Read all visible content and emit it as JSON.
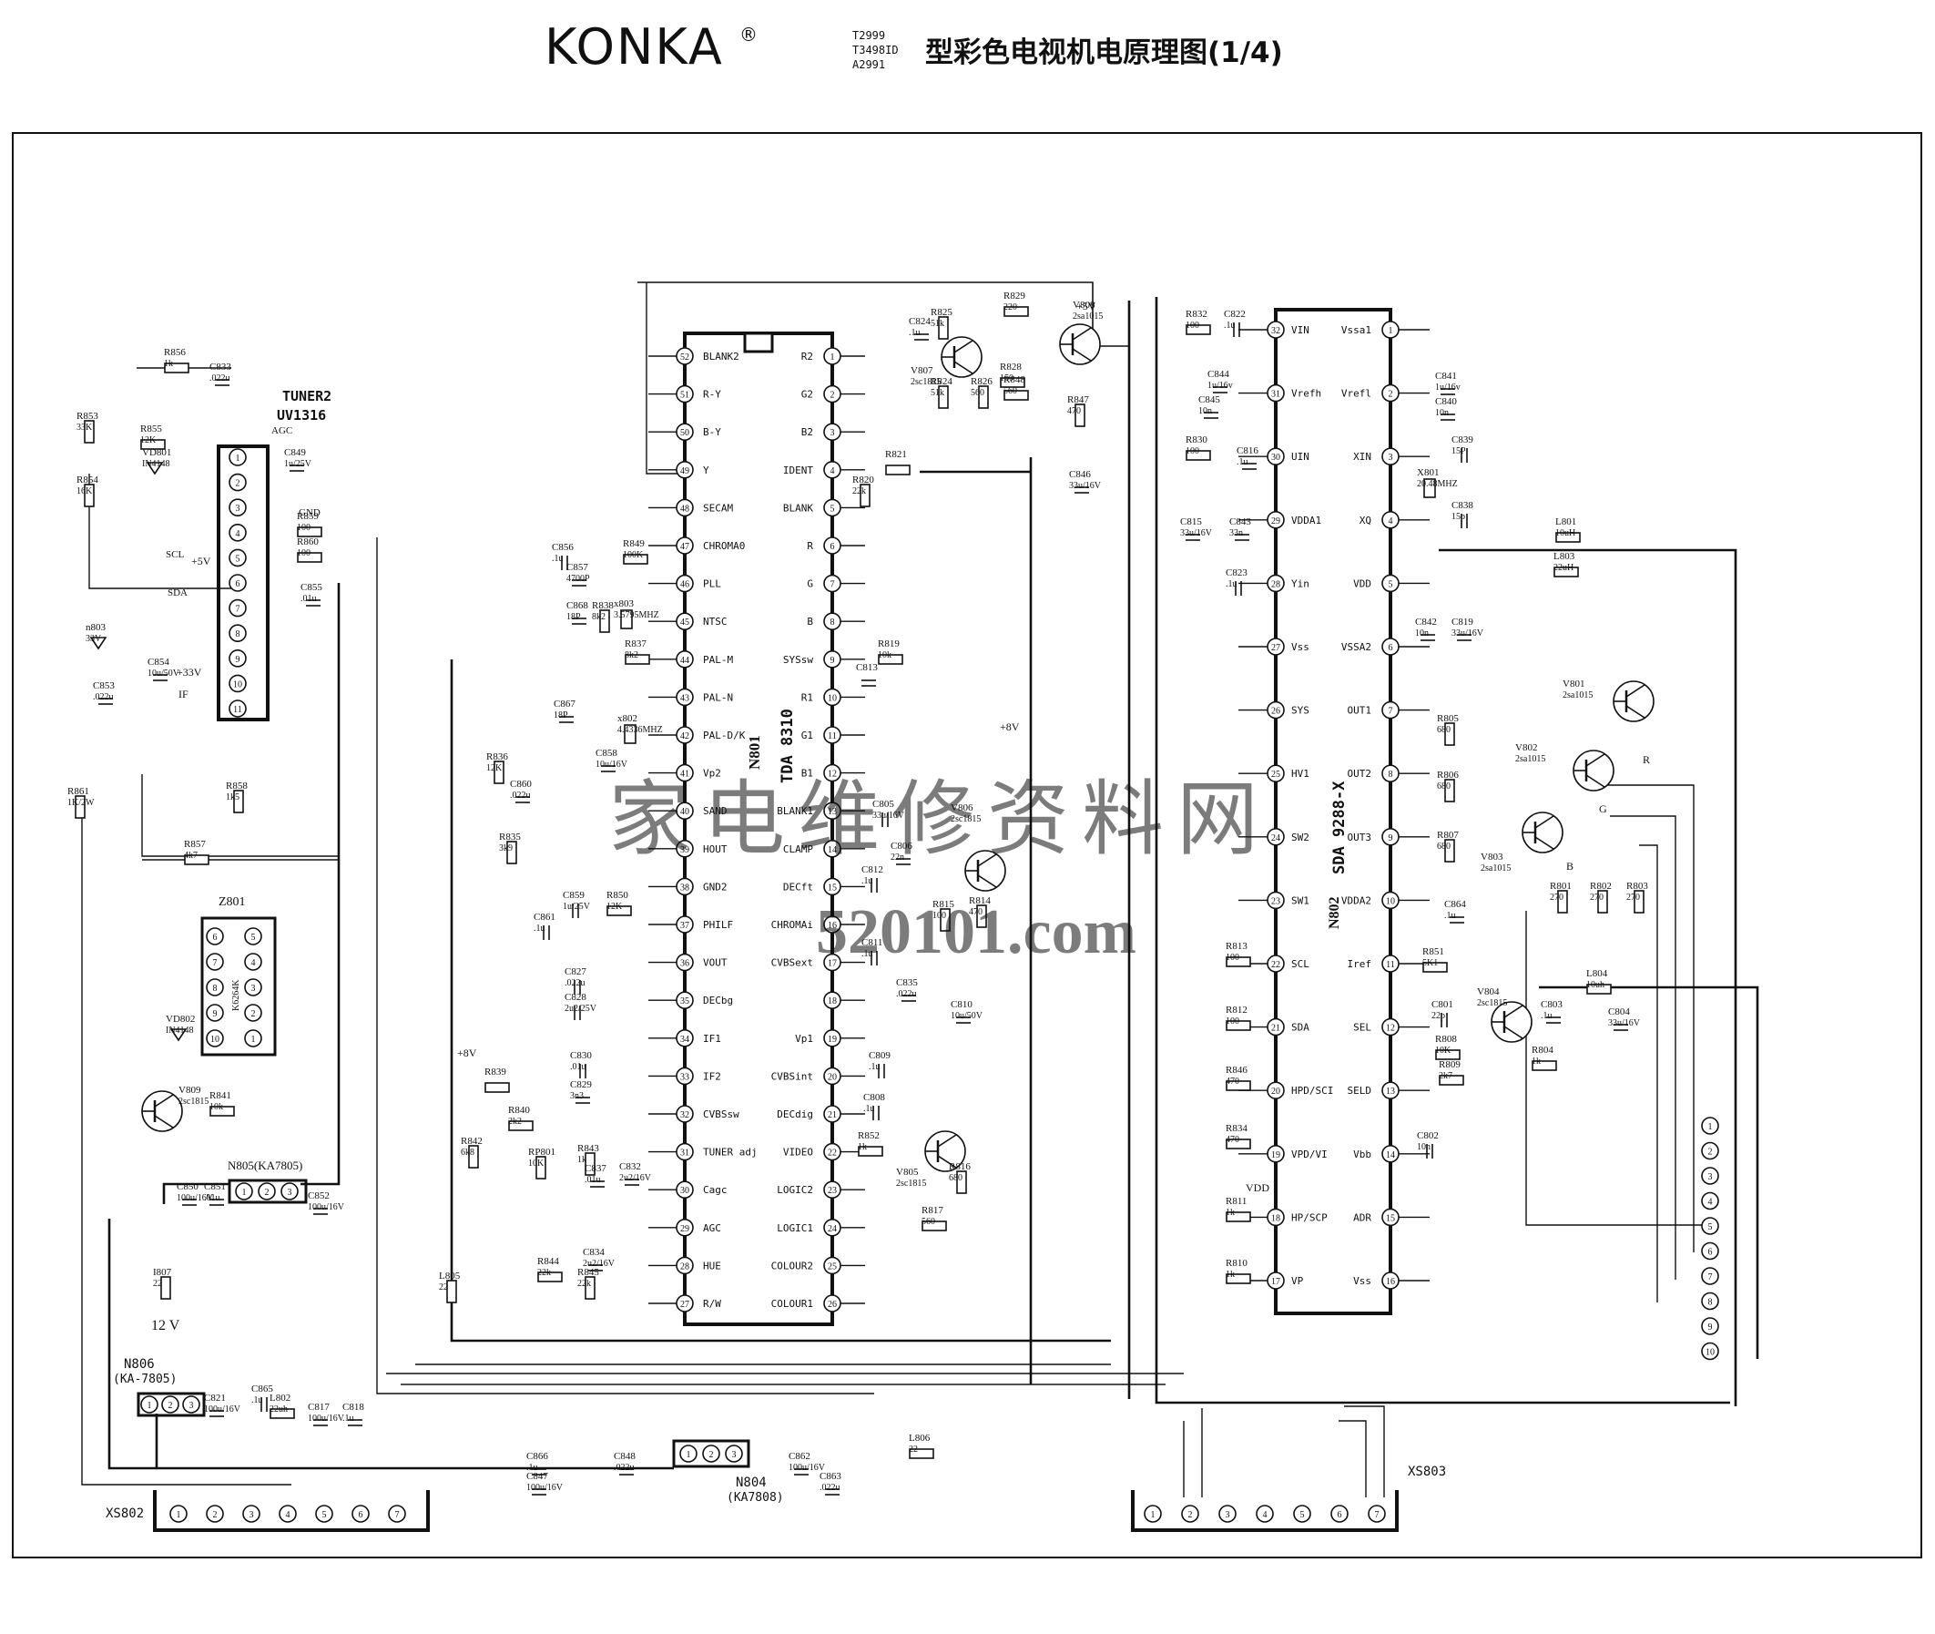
{
  "header": {
    "brand": "KONKA",
    "brand_mark": "®",
    "models": [
      "T2999",
      "T3498ID",
      "A2991"
    ],
    "title": "型彩色电视机电原理图(1/4)"
  },
  "watermark": {
    "text_cn": "家电维修资料网",
    "text_url": "520101.com"
  },
  "ics": {
    "tda": {
      "ref": "N801",
      "part": "TDA 8310",
      "left_pins": [
        {
          "n": "52",
          "name": "BLANK2"
        },
        {
          "n": "51",
          "name": "R-Y"
        },
        {
          "n": "50",
          "name": "B-Y"
        },
        {
          "n": "49",
          "name": "Y"
        },
        {
          "n": "48",
          "name": "SECAM"
        },
        {
          "n": "47",
          "name": "CHROMA0"
        },
        {
          "n": "46",
          "name": "PLL"
        },
        {
          "n": "45",
          "name": "NTSC"
        },
        {
          "n": "44",
          "name": "PAL-M"
        },
        {
          "n": "43",
          "name": "PAL-N"
        },
        {
          "n": "42",
          "name": "PAL-D/K"
        },
        {
          "n": "41",
          "name": "Vp2"
        },
        {
          "n": "40",
          "name": "SAND"
        },
        {
          "n": "39",
          "name": "HOUT"
        },
        {
          "n": "38",
          "name": "GND2"
        },
        {
          "n": "37",
          "name": "PHILF"
        },
        {
          "n": "36",
          "name": "VOUT"
        },
        {
          "n": "35",
          "name": "DECbg"
        },
        {
          "n": "34",
          "name": "IF1"
        },
        {
          "n": "33",
          "name": "IF2"
        },
        {
          "n": "32",
          "name": "CVBSsw"
        },
        {
          "n": "31",
          "name": "TUNER adj"
        },
        {
          "n": "30",
          "name": "Cagc"
        },
        {
          "n": "29",
          "name": "AGC"
        },
        {
          "n": "28",
          "name": "HUE"
        },
        {
          "n": "27",
          "name": "R/W"
        }
      ],
      "right_pins": [
        {
          "n": "1",
          "name": "R2"
        },
        {
          "n": "2",
          "name": "G2"
        },
        {
          "n": "3",
          "name": "B2"
        },
        {
          "n": "4",
          "name": "IDENT"
        },
        {
          "n": "5",
          "name": "BLANK"
        },
        {
          "n": "6",
          "name": "R"
        },
        {
          "n": "7",
          "name": "G"
        },
        {
          "n": "8",
          "name": "B"
        },
        {
          "n": "9",
          "name": "SYSsw"
        },
        {
          "n": "10",
          "name": "R1"
        },
        {
          "n": "11",
          "name": "G1"
        },
        {
          "n": "12",
          "name": "B1"
        },
        {
          "n": "13",
          "name": "BLANK1"
        },
        {
          "n": "14",
          "name": "CLAMP"
        },
        {
          "n": "15",
          "name": "DECft"
        },
        {
          "n": "16",
          "name": "CHROMAi"
        },
        {
          "n": "17",
          "name": "CVBSext"
        },
        {
          "n": "18",
          "name": ""
        },
        {
          "n": "19",
          "name": "Vp1"
        },
        {
          "n": "20",
          "name": "CVBSint"
        },
        {
          "n": "21",
          "name": "DECdig"
        },
        {
          "n": "22",
          "name": "VIDEO"
        },
        {
          "n": "23",
          "name": "LOGIC2"
        },
        {
          "n": "24",
          "name": "LOGIC1"
        },
        {
          "n": "25",
          "name": "COLOUR2"
        },
        {
          "n": "26",
          "name": "COLOUR1"
        }
      ]
    },
    "sda": {
      "ref": "N802",
      "part": "SDA 9288-X",
      "left_pins": [
        {
          "n": "32",
          "name": "VIN"
        },
        {
          "n": "31",
          "name": "Vrefh"
        },
        {
          "n": "30",
          "name": "UIN"
        },
        {
          "n": "29",
          "name": "VDDA1"
        },
        {
          "n": "28",
          "name": "Yin"
        },
        {
          "n": "27",
          "name": "Vss"
        },
        {
          "n": "26",
          "name": "SYS"
        },
        {
          "n": "25",
          "name": "HV1"
        },
        {
          "n": "24",
          "name": "SW2"
        },
        {
          "n": "23",
          "name": "SW1"
        },
        {
          "n": "22",
          "name": "SCL"
        },
        {
          "n": "21",
          "name": "SDA"
        },
        {
          "n": "20",
          "name": "HPD/SCI"
        },
        {
          "n": "19",
          "name": "VPD/VI"
        },
        {
          "n": "18",
          "name": "HP/SCP"
        },
        {
          "n": "17",
          "name": "VP"
        }
      ],
      "right_pins": [
        {
          "n": "1",
          "name": "Vssa1"
        },
        {
          "n": "2",
          "name": "Vrefl"
        },
        {
          "n": "3",
          "name": "XIN"
        },
        {
          "n": "4",
          "name": "XQ"
        },
        {
          "n": "5",
          "name": "VDD"
        },
        {
          "n": "6",
          "name": "VSSA2"
        },
        {
          "n": "7",
          "name": "OUT1"
        },
        {
          "n": "8",
          "name": "OUT2"
        },
        {
          "n": "9",
          "name": "OUT3"
        },
        {
          "n": "10",
          "name": "VDDA2"
        },
        {
          "n": "11",
          "name": "Iref"
        },
        {
          "n": "12",
          "name": "SEL"
        },
        {
          "n": "13",
          "name": "SELD"
        },
        {
          "n": "14",
          "name": "Vbb"
        },
        {
          "n": "15",
          "name": "ADR"
        },
        {
          "n": "16",
          "name": "Vss"
        }
      ]
    },
    "tuner": {
      "ref": "TUNER2",
      "part": "UV1316",
      "pins": [
        "1",
        "2",
        "3",
        "4",
        "5",
        "6",
        "7",
        "8",
        "9",
        "10",
        "11"
      ]
    },
    "z801": {
      "ref": "Z801",
      "part": "K6264K",
      "pins": [
        "6",
        "7",
        "8",
        "9",
        "10",
        "5",
        "4",
        "3",
        "2",
        "1"
      ]
    }
  },
  "regulators": [
    {
      "ref": "N805(KA7805)",
      "pins": [
        "1",
        "2",
        "3"
      ]
    },
    {
      "ref": "N806",
      "sub": "(KA-7805)",
      "pins": [
        "1",
        "2",
        "3"
      ]
    },
    {
      "ref": "N804",
      "sub": "(KA7808)",
      "pins": [
        "1",
        "2",
        "3"
      ]
    }
  ],
  "connectors": {
    "xs802": {
      "label": "XS802",
      "pins": [
        "1",
        "2",
        "3",
        "4",
        "5",
        "6",
        "7"
      ]
    },
    "xs803": {
      "label": "XS803",
      "pins": [
        "1",
        "2",
        "3",
        "4",
        "5",
        "6",
        "7"
      ]
    },
    "right": {
      "pins": [
        "1",
        "2",
        "3",
        "4",
        "5",
        "6",
        "7",
        "8",
        "9",
        "10"
      ]
    }
  },
  "rails": {
    "v33": "+33V",
    "v5": "+5V",
    "v8": "+8V",
    "v12": "12 V",
    "vdd": "VDD",
    "agc": "AGC",
    "gnd": "GND",
    "scl": "SCL",
    "sda": "SDA",
    "if": "IF"
  },
  "signals": {
    "r": "R",
    "g": "G",
    "b": "B"
  },
  "component_labels": [
    [
      "R856",
      "1k"
    ],
    [
      "C833",
      ".022u"
    ],
    [
      "R853",
      "33K"
    ],
    [
      "R855",
      "12K"
    ],
    [
      "R854",
      "16K"
    ],
    [
      "VD801",
      "IN4148"
    ],
    [
      "C849",
      "1u/25V"
    ],
    [
      "R859",
      "100"
    ],
    [
      "R860",
      "100"
    ],
    [
      "C855",
      ".01u"
    ],
    [
      "n803",
      "33V"
    ],
    [
      "C854",
      "10u/50V"
    ],
    [
      "C853",
      ".022u"
    ],
    [
      "R858",
      "1k5"
    ],
    [
      "R857",
      "4k7"
    ],
    [
      "R861",
      "1K/2W"
    ],
    [
      "VD802",
      "IN4148"
    ],
    [
      "V809",
      "2sc1815"
    ],
    [
      "R841",
      "10k"
    ],
    [
      "C850",
      "100u/16V"
    ],
    [
      "C851",
      ".01u"
    ],
    [
      "C852",
      "100u/16V"
    ],
    [
      "I807",
      "22"
    ],
    [
      "C821",
      "100u/16V"
    ],
    [
      "C865",
      ".1u"
    ],
    [
      "L802",
      "22uh"
    ],
    [
      "C817",
      "100u/16V"
    ],
    [
      "C818",
      ".1u"
    ],
    [
      "C856",
      ".1u"
    ],
    [
      "C857",
      "4700P"
    ],
    [
      "R849",
      "100K"
    ],
    [
      "C868",
      "18P"
    ],
    [
      "R838",
      "8k2"
    ],
    [
      "x803",
      "3.5795MHZ"
    ],
    [
      "R837",
      "8k2"
    ],
    [
      "C867",
      "18P"
    ],
    [
      "x802",
      "4.4336MHZ"
    ],
    [
      "R836",
      "12K"
    ],
    [
      "C860",
      ".022u"
    ],
    [
      "C858",
      "10u/16V"
    ],
    [
      "R835",
      "3k9"
    ],
    [
      "C859",
      "1u/25V"
    ],
    [
      "R850",
      "12K"
    ],
    [
      "C861",
      ".1u"
    ],
    [
      "C827",
      ".022u"
    ],
    [
      "C828",
      "2u2/25V"
    ],
    [
      "C830",
      ".01u"
    ],
    [
      "C829",
      "3n3"
    ],
    [
      "R839",
      ""
    ],
    [
      "R840",
      "2k2"
    ],
    [
      "R842",
      "6k8"
    ],
    [
      "RP801",
      "10K"
    ],
    [
      "R843",
      "1k"
    ],
    [
      "C832",
      "2u2/16V"
    ],
    [
      "C837",
      ".01u"
    ],
    [
      "C834",
      "2u2/16V"
    ],
    [
      "R844",
      "22k"
    ],
    [
      "R845",
      "22k"
    ],
    [
      "L805",
      "22"
    ],
    [
      "C866",
      ".1u"
    ],
    [
      "C848",
      ".022u"
    ],
    [
      "C847",
      "100u/16V"
    ],
    [
      "C862",
      "100u/16V"
    ],
    [
      "C863",
      ".022u"
    ],
    [
      "L806",
      "22"
    ],
    [
      "R825",
      "51k"
    ],
    [
      "R829",
      "220"
    ],
    [
      "V808",
      "2sa1015"
    ],
    [
      "C824",
      ".1u"
    ],
    [
      "V807",
      "2sc1815"
    ],
    [
      "R828",
      "150"
    ],
    [
      "R824",
      "51k"
    ],
    [
      "R826",
      "560"
    ],
    [
      "R848",
      "560"
    ],
    [
      "R847",
      "470"
    ],
    [
      "C846",
      "33u/16V"
    ],
    [
      "R821",
      ""
    ],
    [
      "R820",
      "22k"
    ],
    [
      "R819",
      "10k"
    ],
    [
      "C813",
      ""
    ],
    [
      "C805",
      "33u/16V"
    ],
    [
      "V806",
      "2sc1815"
    ],
    [
      "C812",
      ".1u"
    ],
    [
      "C806",
      "22n"
    ],
    [
      "R815",
      "100"
    ],
    [
      "R814",
      "470"
    ],
    [
      "C811",
      ".1u"
    ],
    [
      "C835",
      ".022u"
    ],
    [
      "C810",
      "10u/50V"
    ],
    [
      "C809",
      ".1u"
    ],
    [
      "C808",
      ".1u"
    ],
    [
      "R852",
      "1k"
    ],
    [
      "V805",
      "2sc1815"
    ],
    [
      "R816",
      "680"
    ],
    [
      "R817",
      "560"
    ],
    [
      "C822",
      ".1u"
    ],
    [
      "R832",
      "100"
    ],
    [
      "C844",
      "1u/16v"
    ],
    [
      "C845",
      "10n"
    ],
    [
      "R830",
      "100"
    ],
    [
      "C816",
      ".1u"
    ],
    [
      "C815",
      "33u/16V"
    ],
    [
      "C843",
      "33n"
    ],
    [
      "C823",
      ".1u"
    ],
    [
      "C841",
      "1u/16v"
    ],
    [
      "C840",
      "10n"
    ],
    [
      "X801",
      "20.48MHZ"
    ],
    [
      "C839",
      "15P"
    ],
    [
      "C838",
      "15p"
    ],
    [
      "L801",
      "10uH"
    ],
    [
      "L803",
      "22uH"
    ],
    [
      "C842",
      "10n"
    ],
    [
      "C819",
      "33u/16V"
    ],
    [
      "V801",
      "2sa1015"
    ],
    [
      "R805",
      "680"
    ],
    [
      "V802",
      "2sa1015"
    ],
    [
      "R806",
      "680"
    ],
    [
      "R807",
      "680"
    ],
    [
      "V803",
      "2sa1015"
    ],
    [
      "R801",
      "270"
    ],
    [
      "R802",
      "270"
    ],
    [
      "R803",
      "270"
    ],
    [
      "C864",
      ".1u"
    ],
    [
      "R851",
      "5K1"
    ],
    [
      "C801",
      "22p"
    ],
    [
      "V804",
      "2sc1815"
    ],
    [
      "C803",
      ".1u"
    ],
    [
      "L804",
      "10uh"
    ],
    [
      "C804",
      "33u/16V"
    ],
    [
      "R808",
      "10K"
    ],
    [
      "R809",
      "2k7"
    ],
    [
      "R804",
      "1k"
    ],
    [
      "C802",
      "10n"
    ],
    [
      "R813",
      "100"
    ],
    [
      "R812",
      "100"
    ],
    [
      "R846",
      "470"
    ],
    [
      "R834",
      "470"
    ],
    [
      "R811",
      "1k"
    ],
    [
      "R810",
      "1k"
    ]
  ]
}
